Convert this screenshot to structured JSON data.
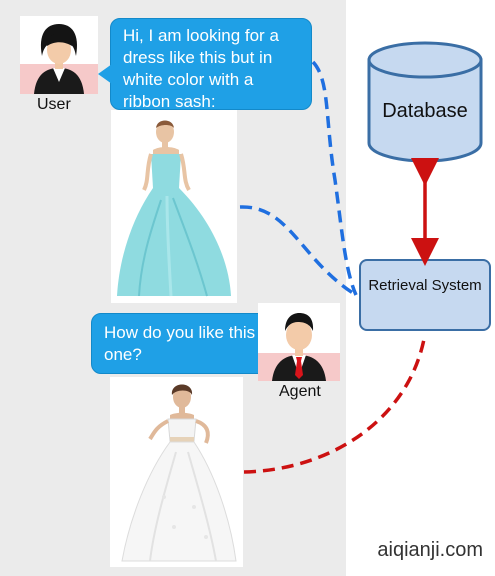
{
  "user": {
    "caption": "User",
    "message": "Hi, I am looking for a dress like this but in white color with a ribbon sash:"
  },
  "agent": {
    "caption": "Agent",
    "message": "How do you like this one?"
  },
  "database": {
    "label": "Database"
  },
  "retrieval": {
    "label": "Retrieval System"
  },
  "watermark": "aiqianji.com",
  "colors": {
    "bubble": "#1fa0e6",
    "user_link": "#1f6fe0",
    "agent_link": "#cc1111",
    "db_fill": "#c6d9f0",
    "db_stroke": "#3a6ea5"
  }
}
